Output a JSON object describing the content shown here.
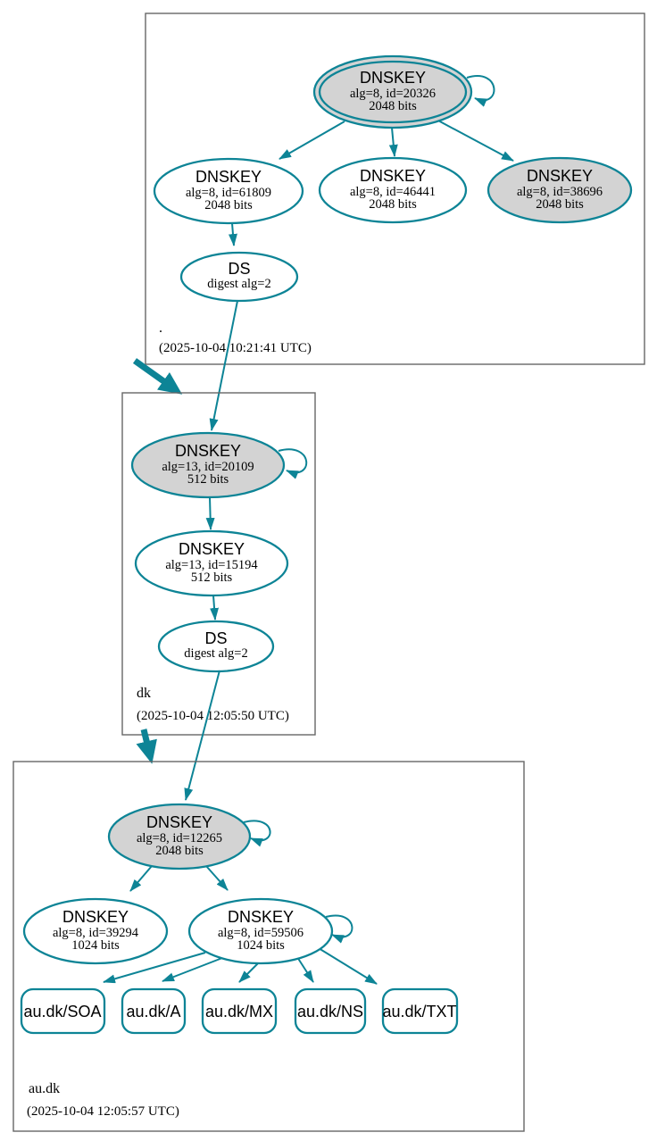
{
  "colors": {
    "edge": "#0d8496",
    "node_fill_signing": "#d3d3d3",
    "node_fill": "#ffffff",
    "box_border": "#666666",
    "text": "#000000"
  },
  "zones": [
    {
      "label": ".",
      "timestamp": "(2025-10-04 10:21:41 UTC)",
      "nodes": {
        "ksk": {
          "title": "DNSKEY",
          "detail1": "alg=8, id=20326",
          "detail2": "2048 bits"
        },
        "zsk1": {
          "title": "DNSKEY",
          "detail1": "alg=8, id=61809",
          "detail2": "2048 bits"
        },
        "zsk2": {
          "title": "DNSKEY",
          "detail1": "alg=8, id=46441",
          "detail2": "2048 bits"
        },
        "zsk3": {
          "title": "DNSKEY",
          "detail1": "alg=8, id=38696",
          "detail2": "2048 bits"
        },
        "ds": {
          "title": "DS",
          "detail1": "digest alg=2"
        }
      }
    },
    {
      "label": "dk",
      "timestamp": "(2025-10-04 12:05:50 UTC)",
      "nodes": {
        "ksk": {
          "title": "DNSKEY",
          "detail1": "alg=13, id=20109",
          "detail2": "512 bits"
        },
        "zsk": {
          "title": "DNSKEY",
          "detail1": "alg=13, id=15194",
          "detail2": "512 bits"
        },
        "ds": {
          "title": "DS",
          "detail1": "digest alg=2"
        }
      }
    },
    {
      "label": "au.dk",
      "timestamp": "(2025-10-04 12:05:57 UTC)",
      "nodes": {
        "ksk": {
          "title": "DNSKEY",
          "detail1": "alg=8, id=12265",
          "detail2": "2048 bits"
        },
        "zsk1": {
          "title": "DNSKEY",
          "detail1": "alg=8, id=39294",
          "detail2": "1024 bits"
        },
        "zsk2": {
          "title": "DNSKEY",
          "detail1": "alg=8, id=59506",
          "detail2": "1024 bits"
        }
      },
      "rrsets": [
        {
          "label": "au.dk/SOA"
        },
        {
          "label": "au.dk/A"
        },
        {
          "label": "au.dk/MX"
        },
        {
          "label": "au.dk/NS"
        },
        {
          "label": "au.dk/TXT"
        }
      ]
    }
  ]
}
